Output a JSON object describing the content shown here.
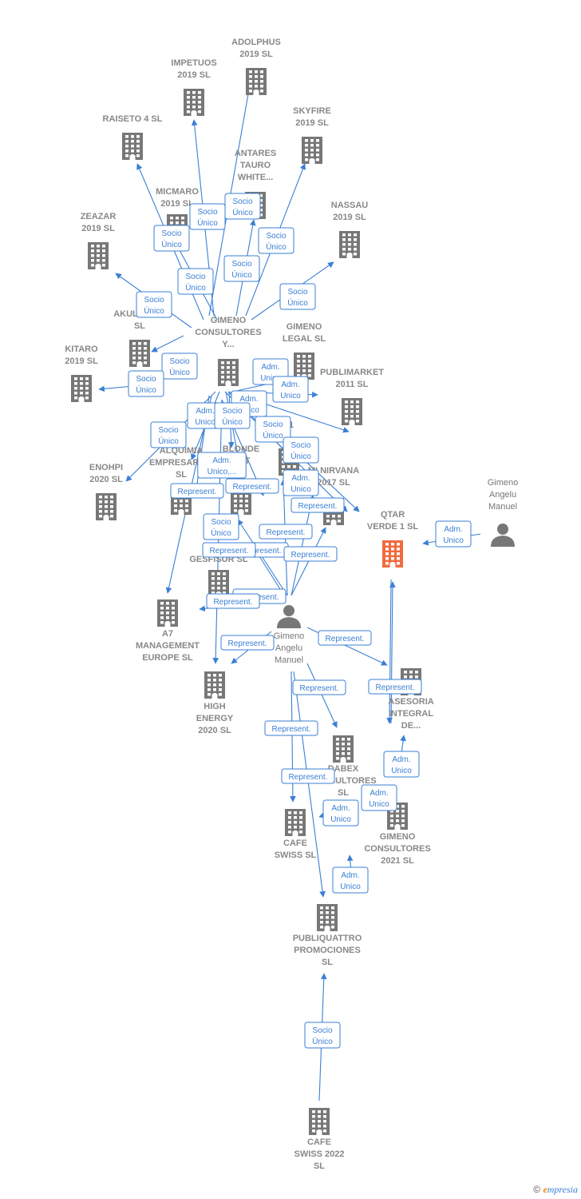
{
  "colors": {
    "edge": "#3a7fd5",
    "building": "#777777",
    "focus": "#f26a3d",
    "person": "#777777"
  },
  "footer": {
    "copyright": "©",
    "brand_first": "e",
    "brand_rest": "mpresia"
  },
  "nodes": [
    {
      "id": "adolphus",
      "type": "company",
      "label": [
        "ADOLPHUS",
        "2019  SL"
      ]
    },
    {
      "id": "impetuos",
      "type": "company",
      "label": [
        "IMPETUOS",
        "2019  SL"
      ]
    },
    {
      "id": "skyfire",
      "type": "company",
      "label": [
        "SKYFIRE",
        "2019  SL"
      ]
    },
    {
      "id": "raiseto",
      "type": "company",
      "label": [
        "RAISETO 4  SL"
      ]
    },
    {
      "id": "antares",
      "type": "company",
      "label": [
        "ANTARES",
        "TAURO",
        "WHITE..."
      ]
    },
    {
      "id": "micmaro",
      "type": "company",
      "label": [
        "MICMARO",
        "2019  SL"
      ]
    },
    {
      "id": "nassau",
      "type": "company",
      "label": [
        "NASSAU",
        "2019  SL"
      ]
    },
    {
      "id": "zeazar",
      "type": "company",
      "label": [
        "ZEAZAR",
        "2019  SL"
      ]
    },
    {
      "id": "akula",
      "type": "company",
      "label": [
        "AKULA 2019",
        "SL"
      ]
    },
    {
      "id": "gimeno_cons",
      "type": "company",
      "label": [
        "GIMENO",
        "CONSULTORES",
        "Y..."
      ]
    },
    {
      "id": "gimeno_legal",
      "type": "company",
      "label": [
        "GIMENO",
        "LEGAL  SL"
      ]
    },
    {
      "id": "kitaro",
      "type": "company",
      "label": [
        "KITARO",
        "2019  SL"
      ]
    },
    {
      "id": "publimarket",
      "type": "company",
      "label": [
        "PUBLIMARKET",
        "2011  SL"
      ]
    },
    {
      "id": "s61",
      "type": "company",
      "label": [
        "61"
      ]
    },
    {
      "id": "alquimia",
      "type": "company",
      "label": [
        "ALQUIMIA",
        "EMPRESARIAL",
        "SL"
      ]
    },
    {
      "id": "blonde",
      "type": "company",
      "label": [
        "BLONDE",
        "ANT",
        "SL"
      ]
    },
    {
      "id": "mi_nirvana",
      "type": "company",
      "label": [
        "MI NIRVANA",
        "2017  SL"
      ]
    },
    {
      "id": "enohpi",
      "type": "company",
      "label": [
        "ENOHPI",
        "2020  SL"
      ]
    },
    {
      "id": "qtar",
      "type": "focus",
      "label": [
        "QTAR",
        "VERDE 1  SL"
      ]
    },
    {
      "id": "gimeno_person_r",
      "type": "person",
      "label": [
        "Gimeno",
        "Angelu",
        "Manuel"
      ]
    },
    {
      "id": "gesfisur",
      "type": "company",
      "label": [
        "G",
        "GESFISUR  SL"
      ]
    },
    {
      "id": "a7",
      "type": "company",
      "label": [
        "A7",
        "MANAGEMENT",
        "EUROPE  SL"
      ]
    },
    {
      "id": "gimeno_person_c",
      "type": "person",
      "label": [
        "Gimeno",
        "Angelu",
        "Manuel"
      ]
    },
    {
      "id": "high_energy",
      "type": "company",
      "label": [
        "HIGH",
        "ENERGY",
        "2020  SL"
      ]
    },
    {
      "id": "asesoria",
      "type": "company",
      "label": [
        "ASESORIA",
        "INTEGRAL",
        "DE..."
      ]
    },
    {
      "id": "dabex",
      "type": "company",
      "label": [
        "DABEX",
        "CONSULTORES",
        "SL"
      ]
    },
    {
      "id": "cafe_swiss",
      "type": "company",
      "label": [
        "CAFE",
        "SWISS  SL"
      ]
    },
    {
      "id": "gimeno_2021",
      "type": "company",
      "label": [
        "GIMENO",
        "CONSULTORES",
        "2021  SL"
      ]
    },
    {
      "id": "publiquattro",
      "type": "company",
      "label": [
        "PUBLIQUATTRO",
        "PROMOCIONES",
        "SL"
      ]
    },
    {
      "id": "cafe_2022",
      "type": "company",
      "label": [
        "CAFE",
        "SWISS 2022",
        "SL"
      ]
    }
  ],
  "edge_labels": [
    [
      "Socio",
      "Único"
    ],
    [
      "Socio",
      "Único"
    ],
    [
      "Socio",
      "Único"
    ],
    [
      "Socio",
      "Único"
    ],
    [
      "Socio",
      "Único"
    ],
    [
      "Socio",
      "Único"
    ],
    [
      "Socio",
      "Único"
    ],
    [
      "Socio",
      "Único"
    ],
    [
      "Socio",
      "Único"
    ],
    [
      "Socio",
      "Único"
    ],
    [
      "Adm.",
      "Unico"
    ],
    [
      "Adm.",
      "Unico"
    ],
    [
      "Adm.",
      "Unico"
    ],
    [
      "Adm.",
      "Unico"
    ],
    [
      "Socio",
      "Único"
    ],
    [
      "Socio",
      "Único"
    ],
    [
      "Socio",
      "Único"
    ],
    [
      "Socio",
      "Único"
    ],
    [
      "Adm.",
      "Unico,..."
    ],
    [
      "Represent."
    ],
    [
      "Represent."
    ],
    [
      "Adm.",
      "Unico"
    ],
    [
      "Represent."
    ],
    [
      "Socio",
      "Único"
    ],
    [
      "Represent."
    ],
    [
      "Represent."
    ],
    [
      "Represent."
    ],
    [
      "Represent."
    ],
    [
      "Represent."
    ],
    [
      "Represent."
    ],
    [
      "Represent."
    ],
    [
      "Represent."
    ],
    [
      "Represent."
    ],
    [
      "Represent."
    ],
    [
      "Represent."
    ],
    [
      "Represent."
    ],
    [
      "Adm.",
      "Unico"
    ],
    [
      "Adm.",
      "Unico"
    ],
    [
      "Adm.",
      "Unico"
    ],
    [
      "Adm.",
      "Unico"
    ],
    [
      "Adm.",
      "Unico"
    ],
    [
      "Socio",
      "Único"
    ]
  ]
}
